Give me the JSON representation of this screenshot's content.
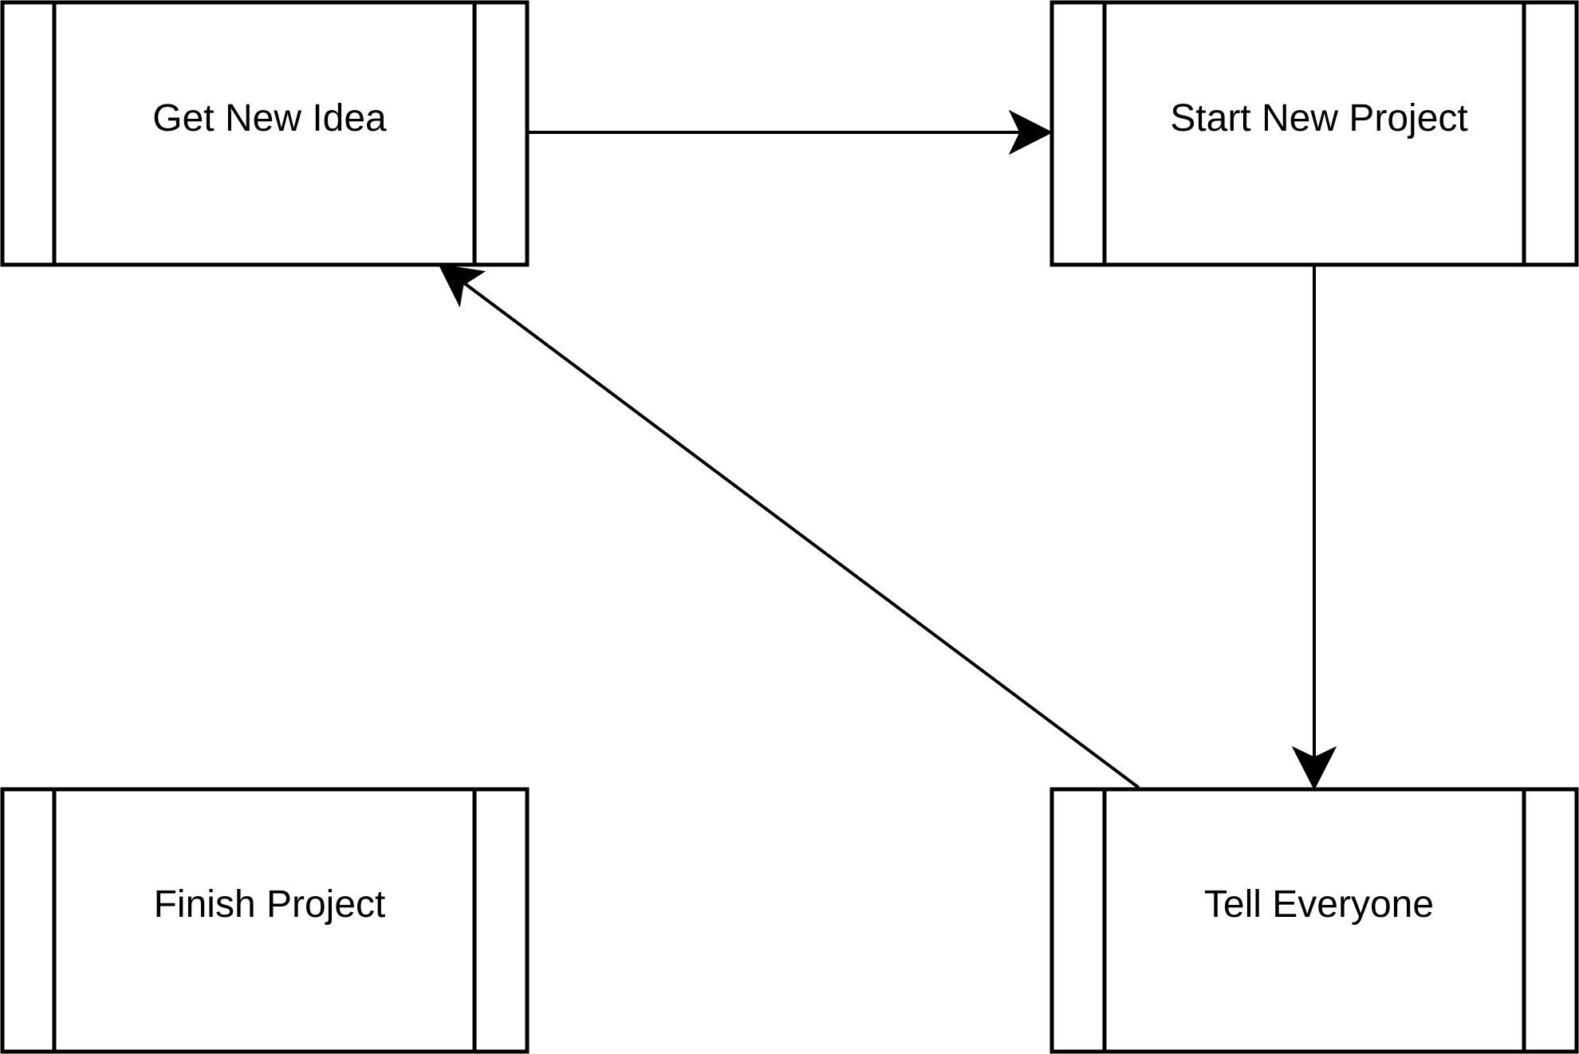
{
  "diagram": {
    "type": "flowchart",
    "shape": "predefined-process",
    "stroke_color": "#000000",
    "fill_color": "#ffffff",
    "nodes": [
      {
        "id": "get-new-idea",
        "label": "Get New Idea"
      },
      {
        "id": "start-new-project",
        "label": "Start New Project"
      },
      {
        "id": "finish-project",
        "label": "Finish Project"
      },
      {
        "id": "tell-everyone",
        "label": "Tell Everyone"
      }
    ],
    "edges": [
      {
        "from": "get-new-idea",
        "to": "start-new-project"
      },
      {
        "from": "start-new-project",
        "to": "tell-everyone"
      },
      {
        "from": "tell-everyone",
        "to": "get-new-idea"
      }
    ]
  }
}
